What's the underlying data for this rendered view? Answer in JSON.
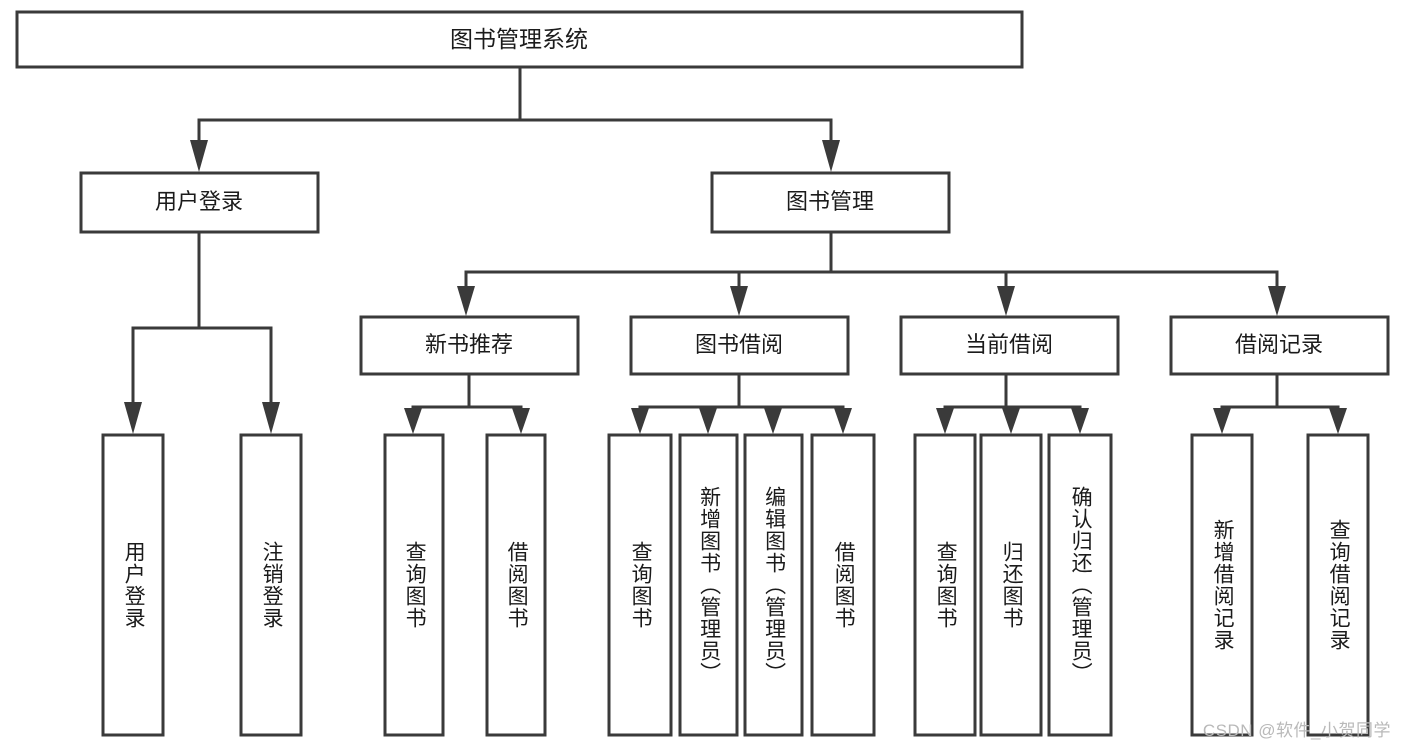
{
  "diagram": {
    "title": "图书管理系统",
    "type": "hierarchy-tree",
    "orientation": "top-down",
    "colors": {
      "box_fill": "#ffffff",
      "box_stroke": "#3a3a3a",
      "text": "#1b1b1b",
      "background": "#ffffff",
      "watermark": "#b9b9b9"
    },
    "root": {
      "label": "图书管理系统",
      "level": 0
    },
    "level1": [
      {
        "id": "user-login",
        "label": "用户登录"
      },
      {
        "id": "book-management",
        "label": "图书管理"
      }
    ],
    "level2": [
      {
        "id": "new-book-recommend",
        "label": "新书推荐",
        "parent": "book-management"
      },
      {
        "id": "book-borrow",
        "label": "图书借阅",
        "parent": "book-management"
      },
      {
        "id": "current-borrow",
        "label": "当前借阅",
        "parent": "book-management"
      },
      {
        "id": "borrow-record",
        "label": "借阅记录",
        "parent": "book-management"
      }
    ],
    "leaves": {
      "user-login": [
        {
          "id": "leaf-user-login",
          "label": "用户登录"
        },
        {
          "id": "leaf-logout-login",
          "label": "注销登录"
        }
      ],
      "new-book-recommend": [
        {
          "id": "leaf-query-book-1",
          "label": "查询图书"
        },
        {
          "id": "leaf-borrow-book-1",
          "label": "借阅图书"
        }
      ],
      "book-borrow": [
        {
          "id": "leaf-query-book-2",
          "label": "查询图书"
        },
        {
          "id": "leaf-add-book",
          "label": "新增图书（管理员）"
        },
        {
          "id": "leaf-edit-book",
          "label": "编辑图书（管理员）"
        },
        {
          "id": "leaf-borrow-book-2",
          "label": "借阅图书"
        }
      ],
      "current-borrow": [
        {
          "id": "leaf-query-book-3",
          "label": "查询图书"
        },
        {
          "id": "leaf-return-book",
          "label": "归还图书"
        },
        {
          "id": "leaf-confirm-return",
          "label": "确认归还（管理员）"
        }
      ],
      "borrow-record": [
        {
          "id": "leaf-add-record",
          "label": "新增借阅记录"
        },
        {
          "id": "leaf-query-record",
          "label": "查询借阅记录"
        }
      ]
    }
  },
  "watermark": {
    "text": "CSDN @软件_小贺同学"
  }
}
